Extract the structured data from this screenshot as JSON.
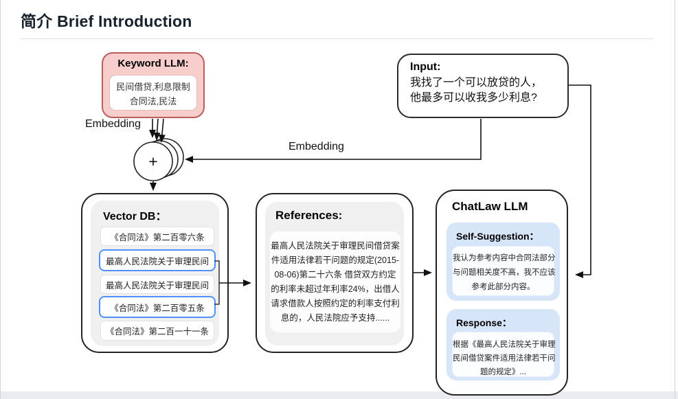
{
  "page": {
    "title": "简介 Brief Introduction"
  },
  "diagram": {
    "keyword_llm": {
      "title": "Keyword LLM:",
      "content": "民间借贷,利息限制\n合同法,民法"
    },
    "input": {
      "title": "Input:",
      "content": "我找了一个可以放贷的人，\n他最多可以收我多少利息?"
    },
    "embedding_label_left": "Embedding",
    "embedding_label_right": "Embedding",
    "aggregator": {
      "symbol": "+"
    },
    "vector_db": {
      "title": "Vector DB：",
      "rows": [
        {
          "label": "《合同法》第二百零六条",
          "highlighted": false
        },
        {
          "label": "最高人民法院关于审理民间",
          "highlighted": true
        },
        {
          "label": "最高人民法院关于审理民间",
          "highlighted": false
        },
        {
          "label": "《合同法》第二百零五条",
          "highlighted": true
        },
        {
          "label": "《合同法》第二百一十一条",
          "highlighted": false
        }
      ]
    },
    "references": {
      "title": "References:",
      "content": "最高人民法院关于审理民间借贷案\n件适用法律若干问题的规定(2015-\n08-06)第二十六条 借贷双方约定\n的利率未超过年利率24%，出借人\n请求借款人按照约定的利率支付利\n息的，人民法院应予支持......"
    },
    "chatlaw": {
      "title": "ChatLaw LLM",
      "self_suggestion": {
        "title": "Self-Suggestion：",
        "content": "我认为参考内容中合同法部分\n与问题相关度不高，我不应该\n参考此部分内容。"
      },
      "response": {
        "title": "Response：",
        "content": "根据《最高人民法院关于审理\n民间借贷案件适用法律若干问\n题的规定》..."
      }
    }
  },
  "colors": {
    "keyword_fill": "#f8cecc",
    "keyword_border": "#bd5b5b",
    "highlight_blue": "#4d90fe",
    "chatlaw_card_blue": "#d7e5f8",
    "panel_gray": "#f0f0f0",
    "bottom_strip_gray": "#e9ebee"
  }
}
